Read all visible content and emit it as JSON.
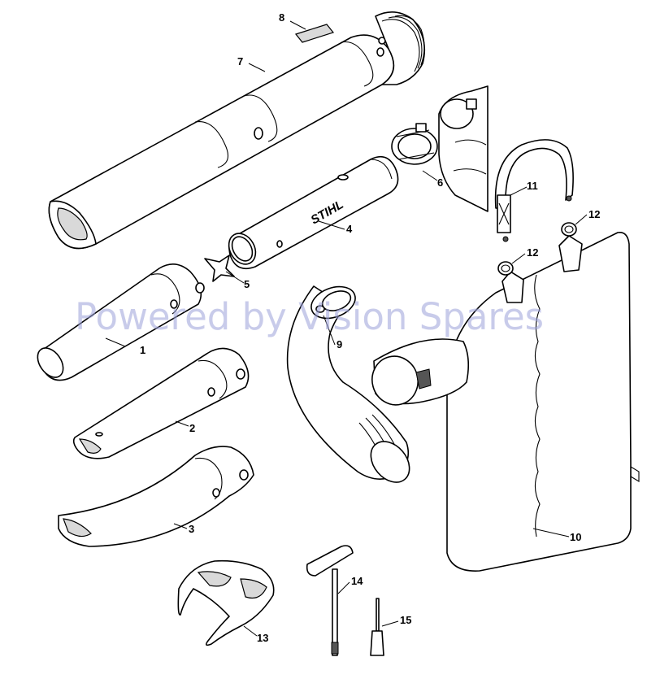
{
  "watermark": "Powered by Vision Spares",
  "brand_mark": "STIHL",
  "callouts": {
    "p1": "1",
    "p2": "2",
    "p3": "3",
    "p4": "4",
    "p5": "5",
    "p6": "6",
    "p7": "7",
    "p8": "8",
    "p9": "9",
    "p10": "10",
    "p11": "11",
    "p12a": "12",
    "p12b": "12",
    "p13": "13",
    "p14": "14",
    "p15": "15"
  },
  "colors": {
    "line": "#000000",
    "shade": "#d9d9d9",
    "watermark": "#9aa0d8"
  }
}
